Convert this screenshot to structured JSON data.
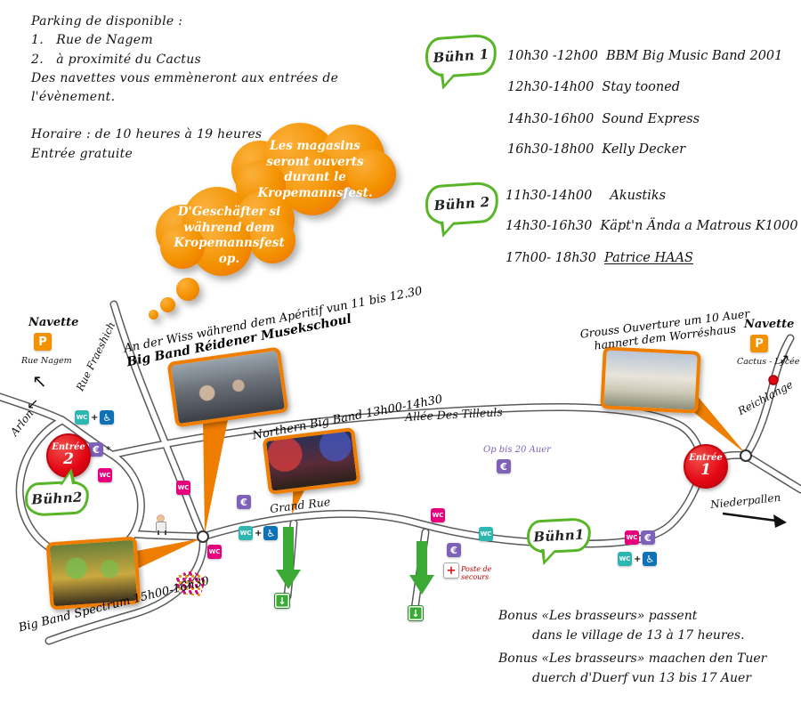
{
  "colors": {
    "orange": "#f39200",
    "green": "#57b527",
    "red": "#e30613",
    "pink": "#e6007e",
    "teal": "#2eb6b0",
    "blue": "#0e72b5",
    "purple": "#7d62b8",
    "exit_green": "#3aaa35"
  },
  "icons": {
    "parking": "P",
    "euro": "€",
    "wc": "WC",
    "wheelchair": "♿",
    "first_aid": "+",
    "plus": "+",
    "asterisk": "*",
    "exit": "↓",
    "arrow_nw": "↖",
    "arrow_sw": "↙",
    "arrow_ne": "↗"
  },
  "info": {
    "title": "Parking de disponible :",
    "item1": "1.   Rue de Nagem",
    "item2": "2.   à proximité du Cactus",
    "shuttle": "Des navettes vous emmèneront aux entrées de l'évènement.",
    "hours": "Horaire : de 10 heures à 19 heures",
    "free": "Entrée gratuite"
  },
  "clouds": {
    "fr": "Les magasins seront ouverts durant le Kropemannsfest.",
    "lb": "D'Geschäfter si während dem Kropemannsfest op."
  },
  "stages": {
    "buhn1": {
      "label": "Bühn 1",
      "map_label": "Bühn1",
      "schedule": [
        {
          "time": "10h30 -12h00",
          "act": "BBM Big Music Band 2001"
        },
        {
          "time": "12h30-14h00",
          "act": "Stay tooned"
        },
        {
          "time": "14h30-16h00",
          "act": "Sound Express"
        },
        {
          "time": "16h30-18h00",
          "act": "Kelly Decker"
        }
      ]
    },
    "buhn2": {
      "label": "Bühn 2",
      "map_label": "Bühn2",
      "schedule": [
        {
          "time": "11h30-14h00",
          "act": "Akustiks"
        },
        {
          "time": "14h30-16h30",
          "act": "Käpt'n Ända a Matrous K1000"
        },
        {
          "time": "17h00- 18h30",
          "act": "Patrice HAAS"
        }
      ]
    }
  },
  "map": {
    "navette_left": {
      "title": "Navette",
      "sub": "Rue Nagem"
    },
    "navette_right": {
      "title": "Navette",
      "sub": "Cactus - Lycée"
    },
    "roads": {
      "fraeshich": "Rue Fraeshich",
      "tilleuls": "Allée Des Tilleuls",
      "grand_rue": "Grand Rue"
    },
    "directions": {
      "arlon": "Arlon",
      "reichlange": "Reichlange",
      "niederpallen": "Niederpallen"
    },
    "entrances": {
      "e1": {
        "word": "Entrée",
        "num": "1"
      },
      "e2": {
        "word": "Entrée",
        "num": "2"
      }
    },
    "notes": {
      "op_bis": "Op bis 20 Auer",
      "first_aid": "Poste de secours"
    },
    "events": {
      "reidener": {
        "line1": "An der Wiss während dem Apéritif vun 11 bis 12.30",
        "line2": "Big Band Réidener Musekschoul"
      },
      "northern": {
        "line1": "Northern Big Band 13h00-14h30"
      },
      "worreshaus": {
        "line1": "Grouss Ouverture um 10 Auer",
        "line2": "hannert dem Worréshaus"
      },
      "spectrum": {
        "line1": "Big Band Spectrum 15h00-16h30"
      }
    }
  },
  "bonus": {
    "fr1": "Bonus «Les brasseurs» passent",
    "fr2": "dans le village de 13 à 17 heures.",
    "lb1": "Bonus «Les brasseurs» maachen den Tuer",
    "lb2": "duerch d'Duerf vun 13 bis 17 Auer"
  }
}
